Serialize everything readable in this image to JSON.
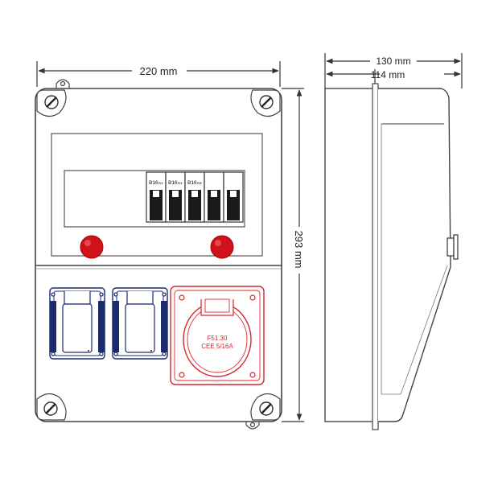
{
  "dimensions": {
    "width_label": "220 mm",
    "height_label": "293 mm",
    "depth_label": "130 mm",
    "inner_depth_label": "114 mm"
  },
  "breakers": [
    {
      "label": "B16",
      "sub": "S1"
    },
    {
      "label": "B16",
      "sub": "S1"
    },
    {
      "label": "B16",
      "sub": "S3"
    }
  ],
  "cee_socket": {
    "model": "F51.30",
    "rating": "CEE 5/16A"
  },
  "colors": {
    "line": "#444444",
    "indicator": "#d0121b",
    "cee": "#d9262c"
  },
  "icons": [
    "screw-icon",
    "indicator-lamp-icon",
    "schuko-socket-icon",
    "cee-socket-icon"
  ]
}
